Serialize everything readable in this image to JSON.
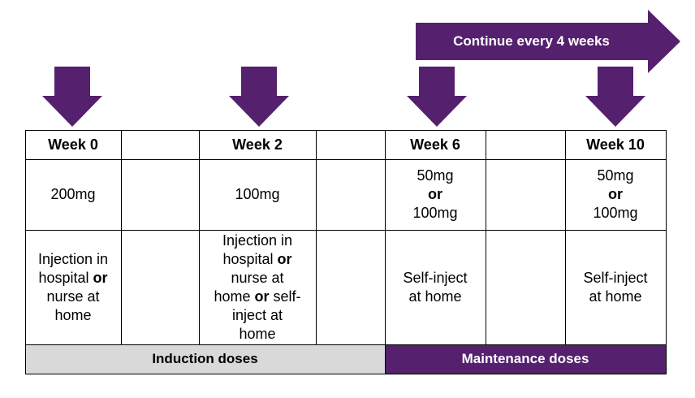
{
  "continue_arrow": {
    "label": "Continue every 4 weeks"
  },
  "columns": [
    {
      "week": "Week 0",
      "dose": [
        "200mg"
      ],
      "administration": [
        [
          "Injection in",
          false
        ],
        [
          "hospital ",
          false
        ],
        [
          "or",
          true
        ],
        [
          "nurse at",
          false
        ],
        [
          "home",
          false
        ]
      ]
    },
    {
      "week": "Week 2",
      "dose": [
        "100mg"
      ],
      "administration": []
    },
    {
      "week": "Week 6",
      "dose": [
        "50mg",
        "or",
        "100mg"
      ],
      "administration": []
    },
    {
      "week": "Week 10",
      "dose": [
        "50mg",
        "or",
        "100mg"
      ],
      "administration": []
    }
  ],
  "week0_admin": {
    "line1": "Injection in",
    "line2a": "hospital ",
    "line2b": "or",
    "line3": "nurse at",
    "line4": "home"
  },
  "week2_admin": {
    "line1": "Injection in",
    "line2a": "hospital ",
    "line2b": "or",
    "line3": "nurse at",
    "line4a": "home ",
    "line4b": "or",
    "line4c": " self-",
    "line5": "inject at",
    "line6": "home"
  },
  "week6_admin": {
    "line1": "Self-inject",
    "line2": "at home"
  },
  "week10_admin": {
    "line1": "Self-inject",
    "line2": "at home"
  },
  "phases": {
    "induction": "Induction doses",
    "maintenance": "Maintenance doses"
  },
  "colors": {
    "accent": "#55206e",
    "induction_bg": "#d9d9d9",
    "maintenance_bg": "#55206e",
    "border": "#000000"
  }
}
